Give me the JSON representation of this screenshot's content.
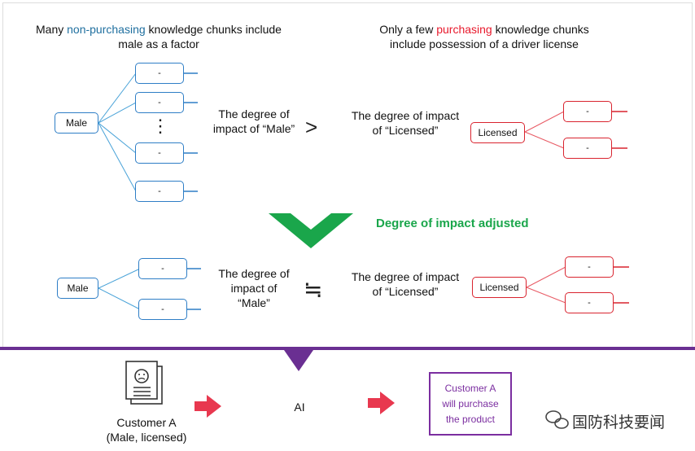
{
  "top_left": {
    "pre": "Many ",
    "highlight": "non-purchasing",
    "post": " knowledge chunks include",
    "line2": "male as a factor"
  },
  "top_right": {
    "pre": "Only a few ",
    "highlight": "purchasing",
    "post": " knowledge chunks",
    "line2": "include possession of a driver license"
  },
  "male_label": "Male",
  "licensed_label": "Licensed",
  "dash": "-",
  "vdots": "⋮",
  "deg_male_1": {
    "line1": "The degree of",
    "line2": "impact of “Male”"
  },
  "deg_licensed_1": {
    "line1": "The degree of impact",
    "line2": "of “Licensed”"
  },
  "greater": ">",
  "adjusted": "Degree of impact adjusted",
  "deg_male_2": {
    "line1": "The degree of",
    "line2": "impact of",
    "line3": "“Male”"
  },
  "deg_licensed_2": {
    "line1": "The degree of impact",
    "line2": "of “Licensed”"
  },
  "approx": "≒",
  "customer": {
    "line1": "Customer A",
    "line2": "(Male, licensed)"
  },
  "ai": "AI",
  "result": {
    "line1": "Customer A",
    "line2": "will purchase",
    "line3": "the product"
  },
  "watermark": "国防科技要闻",
  "colors": {
    "blue": "#2e7ec6",
    "red": "#d9242f",
    "green": "#1aa64b",
    "purple": "#7b2ea0",
    "arrow_red": "#e8384f"
  }
}
